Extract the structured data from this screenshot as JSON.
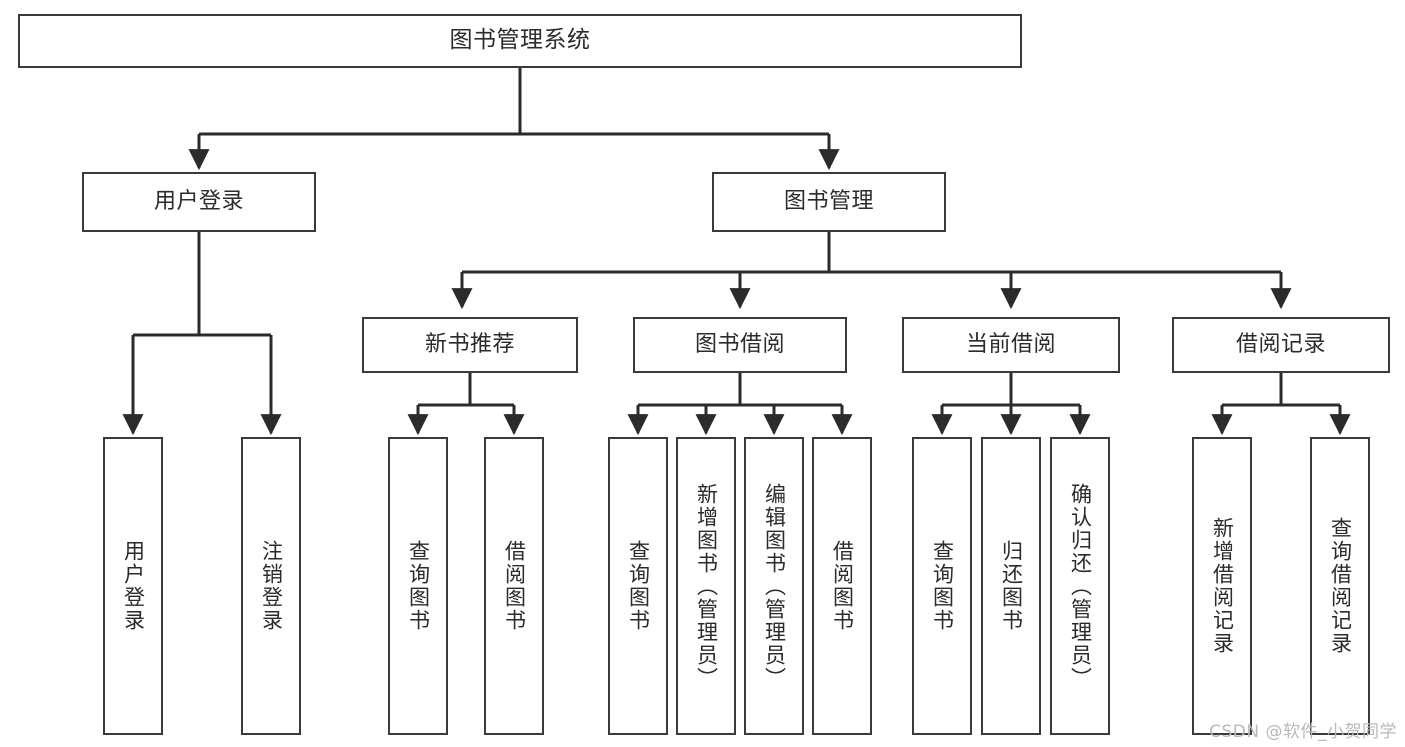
{
  "diagram": {
    "type": "hierarchy-tree",
    "title": "图书管理系统",
    "colors": {
      "box_border": "#3a3a3a",
      "connector": "#2b2b2b",
      "text": "#2b2b2b",
      "background": "#ffffff",
      "watermark": "#b9b9b9"
    },
    "root": {
      "label": "图书管理系统"
    },
    "level2": [
      {
        "label": "用户登录"
      },
      {
        "label": "图书管理"
      }
    ],
    "level3": [
      {
        "label": "新书推荐"
      },
      {
        "label": "图书借阅"
      },
      {
        "label": "当前借阅"
      },
      {
        "label": "借阅记录"
      }
    ],
    "leaves": {
      "user_login": [
        {
          "label": "用户登录"
        },
        {
          "label": "注销登录"
        }
      ],
      "new_book_recommend": [
        {
          "label": "查询图书"
        },
        {
          "label": "借阅图书"
        }
      ],
      "book_borrow": [
        {
          "label": "查询图书"
        },
        {
          "label": "新增图书（管理员）"
        },
        {
          "label": "编辑图书（管理员）"
        },
        {
          "label": "借阅图书"
        }
      ],
      "current_borrow": [
        {
          "label": "查询图书"
        },
        {
          "label": "归还图书"
        },
        {
          "label": "确认归还（管理员）"
        }
      ],
      "borrow_record": [
        {
          "label": "新增借阅记录"
        },
        {
          "label": "查询借阅记录"
        }
      ]
    }
  },
  "watermark": {
    "text": "CSDN @软件_小贺同学"
  }
}
